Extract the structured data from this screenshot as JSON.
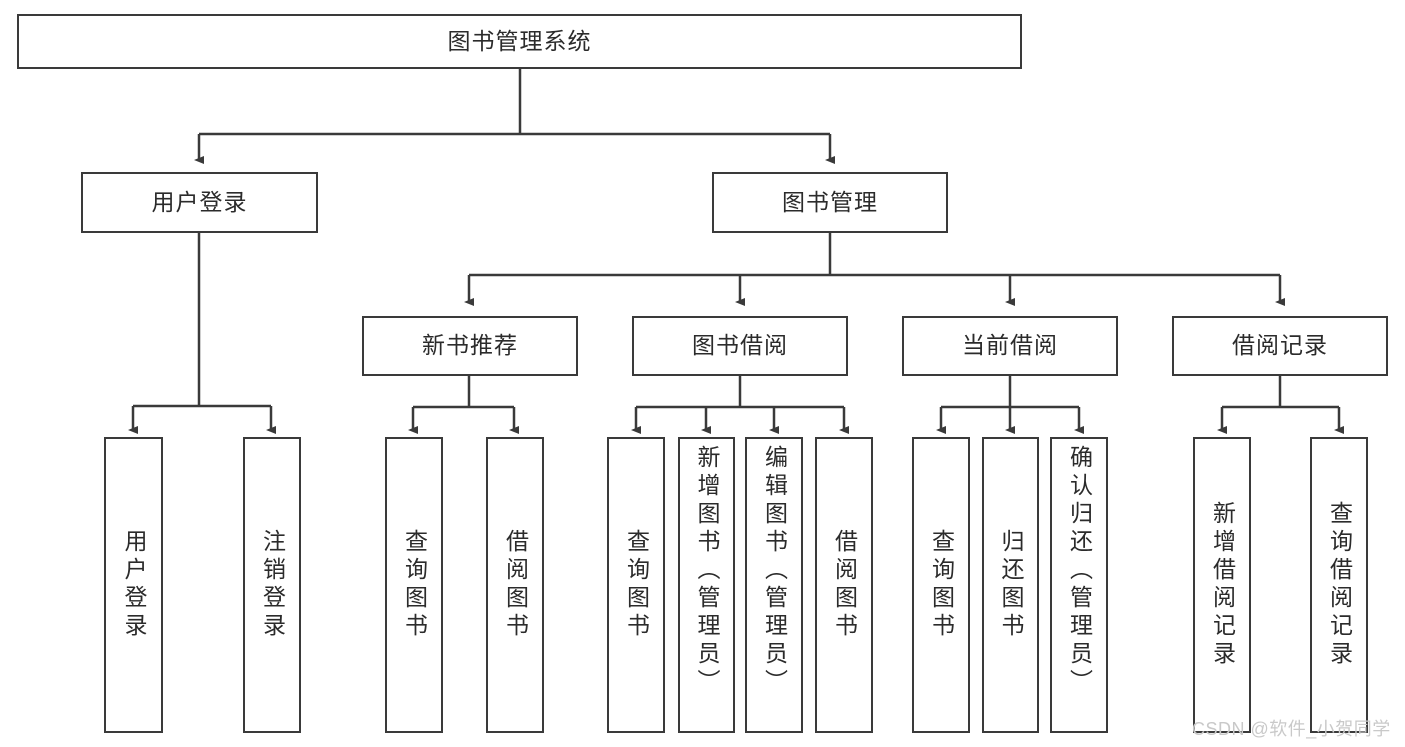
{
  "diagram": {
    "title_root": "图书管理系统",
    "watermark": "CSDN @软件_小贺同学",
    "colors": {
      "stroke": "#3a3a3a",
      "text": "#2b2b2b",
      "background": "#ffffff",
      "watermark": "#c9c9c9"
    },
    "levels": {
      "root": {
        "label": "图书管理系统"
      },
      "level2": [
        {
          "label": "用户登录"
        },
        {
          "label": "图书管理"
        }
      ],
      "level3": [
        {
          "label": "新书推荐"
        },
        {
          "label": "图书借阅"
        },
        {
          "label": "当前借阅"
        },
        {
          "label": "借阅记录"
        }
      ],
      "leaves": {
        "user_login": [
          {
            "label": "用户登录"
          },
          {
            "label": "注销登录"
          }
        ],
        "new_book_recommend": [
          {
            "label": "查询图书"
          },
          {
            "label": "借阅图书"
          }
        ],
        "book_borrow": [
          {
            "label": "查询图书"
          },
          {
            "label": "新增图书（管理员）"
          },
          {
            "label": "编辑图书（管理员）"
          },
          {
            "label": "借阅图书"
          }
        ],
        "current_borrow": [
          {
            "label": "查询图书"
          },
          {
            "label": "归还图书"
          },
          {
            "label": "确认归还（管理员）"
          }
        ],
        "borrow_record": [
          {
            "label": "新增借阅记录"
          },
          {
            "label": "查询借阅记录"
          }
        ]
      }
    }
  }
}
